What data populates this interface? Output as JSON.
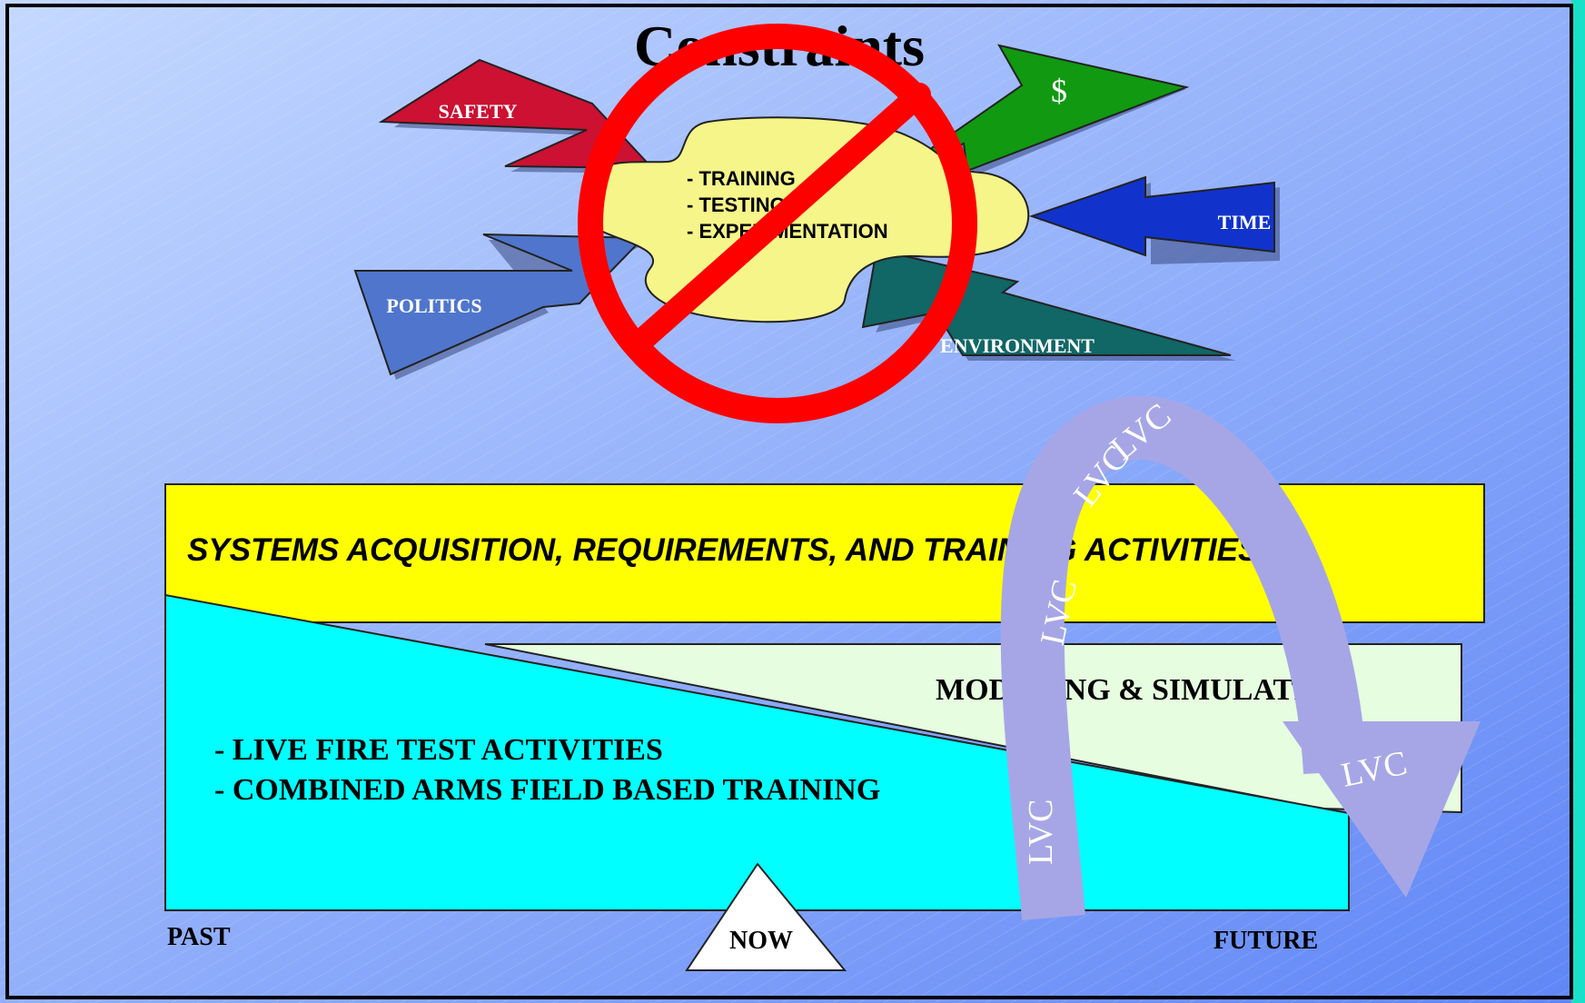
{
  "slide": {
    "title": "Constraints",
    "colors": {
      "background_light": "#c5d9ff",
      "background_dark": "#5f86f6",
      "right_edge": "#19e0c8",
      "no_sign": "#ff0000"
    }
  },
  "constraints": {
    "safety": {
      "label": "SAFETY",
      "color": "#cc1133"
    },
    "money": {
      "label": "$",
      "color": "#119911"
    },
    "time": {
      "label": "TIME",
      "color": "#1133cc"
    },
    "politics": {
      "label": "POLITICS",
      "color": "#4f76cc"
    },
    "environment": {
      "label": "ENVIRONMENT",
      "color": "#116666"
    },
    "center": {
      "lines": [
        "- TRAINING",
        "- TESTING",
        "- EXPERIMENTATION"
      ],
      "color": "#f5f58a"
    },
    "no_sign_icon": "prohibition-icon"
  },
  "timeline": {
    "top_band": {
      "label": "SYSTEMS ACQUISITION, REQUIREMENTS, AND TRAINING ACTIVITIES",
      "color": "#ffff00"
    },
    "live": {
      "lines": [
        "- LIVE FIRE TEST ACTIVITIES",
        "- COMBINED ARMS FIELD BASED TRAINING"
      ],
      "color": "#00ffff"
    },
    "ms": {
      "label": "MODELING & SIMULATION",
      "color": "#e6fde0"
    },
    "past": "PAST",
    "now": "NOW",
    "future": "FUTURE"
  },
  "lvc": {
    "labels": [
      "LVC",
      "LVC",
      "LVC",
      "LVC",
      "LVC"
    ],
    "color": "#a6a6e6"
  }
}
